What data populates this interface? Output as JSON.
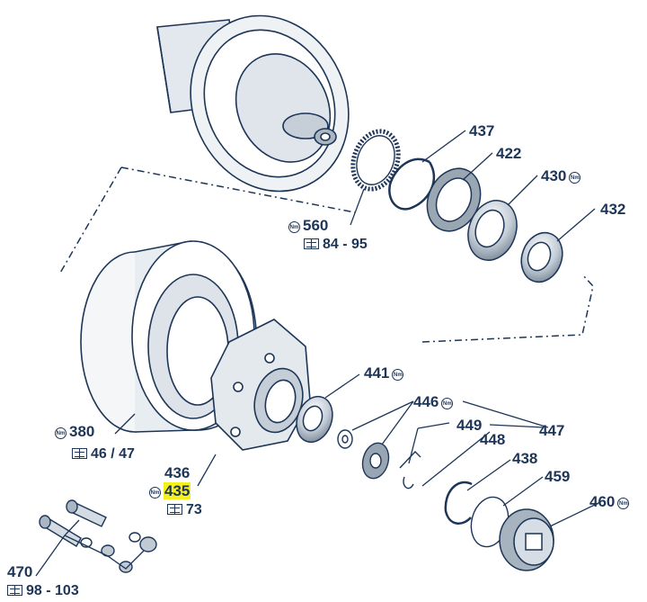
{
  "accent_color": "#1d3557",
  "highlight_color": "#f5ef1c",
  "icons": {
    "torque": "torque-wrench-icon",
    "manual": "manual-book-icon"
  },
  "torque_icon_text": "Nm",
  "parts": {
    "p437": "437",
    "p422": "422",
    "p430": "430",
    "p432": "432",
    "p560": "560",
    "p560_pages": "84 - 95",
    "p441": "441",
    "p446": "446",
    "p447": "447",
    "p449": "449",
    "p448": "448",
    "p438": "438",
    "p459": "459",
    "p460": "460",
    "p380": "380",
    "p380_pages": "46 / 47",
    "p436": "436",
    "p435": "435",
    "p435_pages": "73",
    "p470": "470",
    "p470_pages": "98 - 103"
  }
}
